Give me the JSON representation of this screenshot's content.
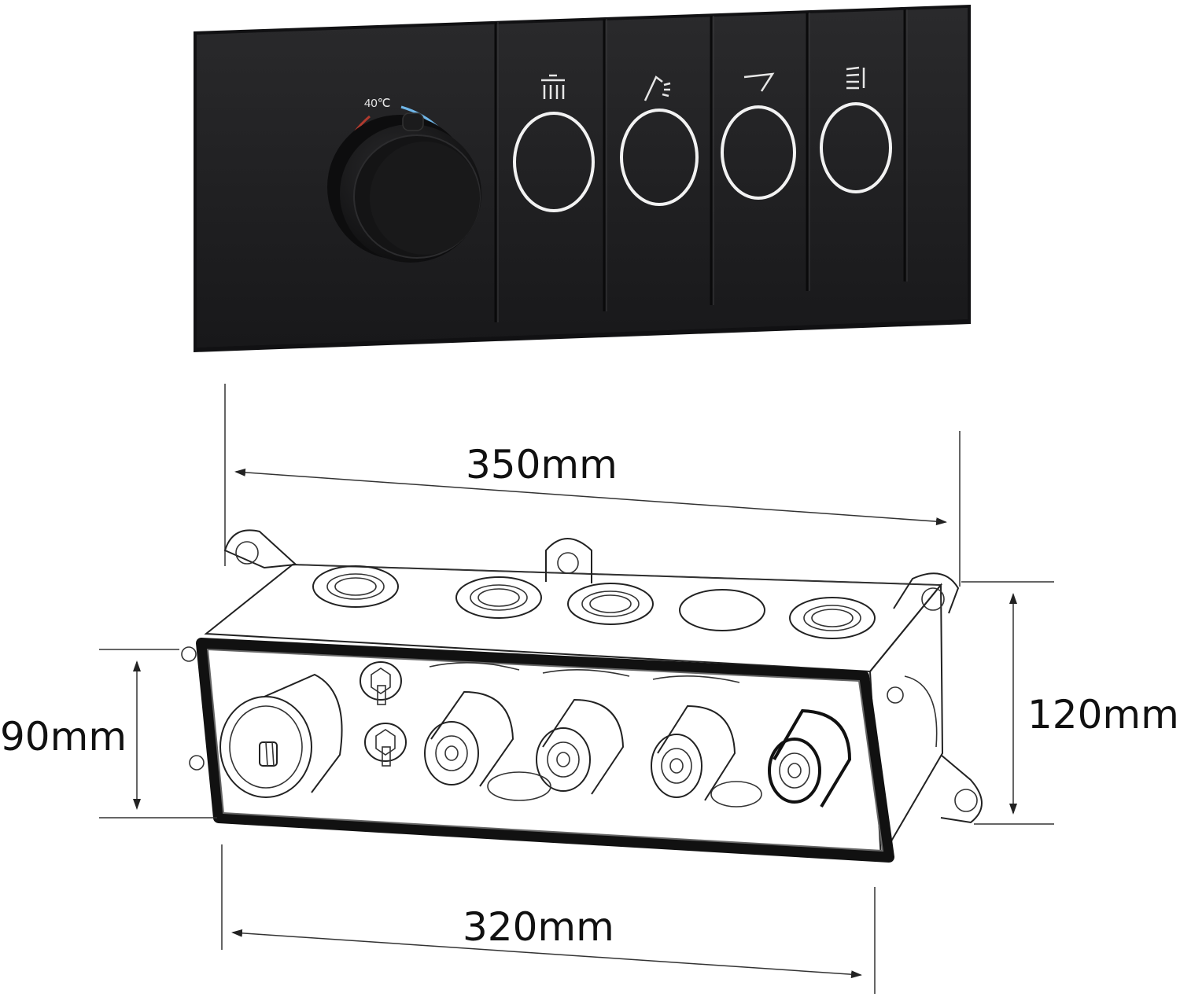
{
  "colors": {
    "panel": "#1f1f21",
    "panel_edge": "#0c0c0d",
    "ring": "#f2f2f2",
    "hot": "#c0392b",
    "cold": "#6fb6e8",
    "drawing": "#222222"
  },
  "control_panel": {
    "temperature_label": "40℃",
    "knob": "thermostatic-knob",
    "buttons": [
      {
        "icon": "rain-shower-icon"
      },
      {
        "icon": "hand-shower-icon"
      },
      {
        "icon": "tub-spout-icon"
      },
      {
        "icon": "body-jets-icon"
      }
    ]
  },
  "dimensions": {
    "panel_width": "350mm",
    "box_width": "320mm",
    "box_height": "90mm",
    "panel_height": "120mm"
  }
}
